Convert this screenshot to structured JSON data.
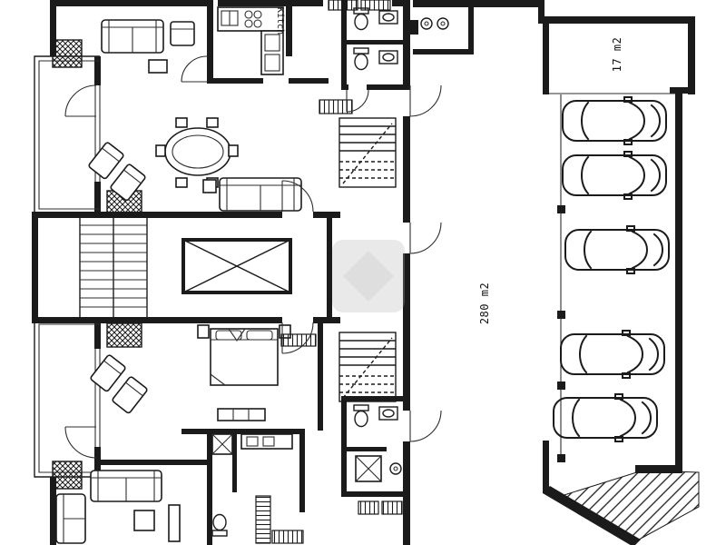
{
  "colors": {
    "ink": "#1b1b1b",
    "paper": "#ffffff",
    "watermark_gray": "#b3b3b3"
  },
  "apartment": {
    "kitchen_label": "Kitch"
  },
  "garage": {
    "area_label": "280 m2",
    "storage_area_label": "17 m2",
    "car_count": 5
  },
  "icons": [
    "car-icon",
    "elevator-icon",
    "staircase-icon",
    "door-arc-icon",
    "sofa-icon",
    "armchair-icon",
    "lounge-chair-icon",
    "dining-table-icon",
    "chair-icon",
    "bed-icon",
    "nightstand-icon",
    "dresser-icon",
    "wardrobe-icon",
    "radiator-icon",
    "toilet-icon",
    "washbasin-icon",
    "shower-icon",
    "washer-icon",
    "cooktop-icon",
    "kitchen-sink-icon",
    "planter-icon",
    "column-icon",
    "ramp-hatch-icon",
    "watermark-icon"
  ]
}
